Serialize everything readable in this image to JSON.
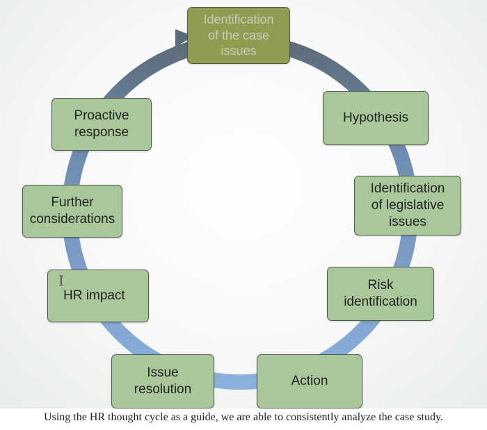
{
  "diagram": {
    "title_box": "Identification\nof the case\nissues",
    "steps": [
      "Hypothesis",
      "Identification\nof legislative\nissues",
      "Risk\nidentification",
      "Action",
      "Issue\nresolution",
      "HR impact",
      "Further\nconsiderations",
      "Proactive\nresponse"
    ]
  },
  "caption": "Using the HR thought cycle as a guide, we are able to consistently analyze the case study.",
  "colors": {
    "ring_dark": "#5d6b78",
    "ring_light": "#7fa6d3",
    "box_fill": "#a9c79a",
    "top_box_fill": "#8f9c52"
  }
}
